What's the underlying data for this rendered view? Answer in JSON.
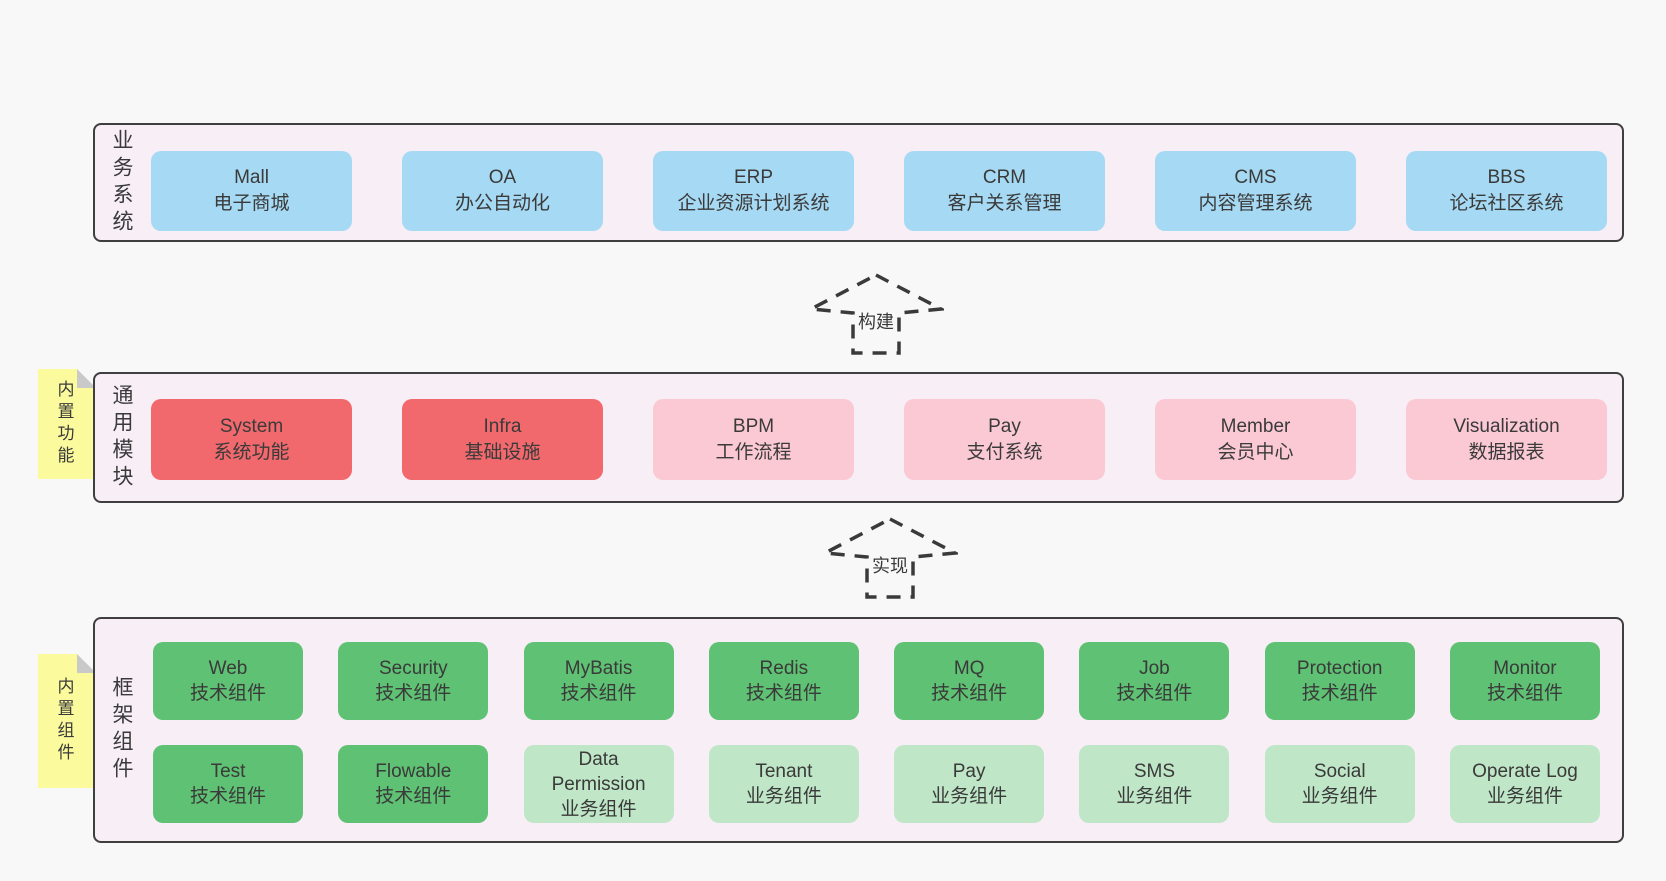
{
  "colors": {
    "page_bg": "#f8f8f8",
    "panel_bg": "#f8eef6",
    "panel_border": "#3f3f3f",
    "text": "#3a3a3a",
    "note_bg": "#fbfa9d",
    "note_fold": "#c9c9c9",
    "arrow_stroke": "#3a3a3a",
    "blue": "#a6d9f3",
    "red": "#f2696d",
    "pink": "#fbc9d4",
    "green": "#5ec173",
    "lightgreen": "#bfe6c7"
  },
  "arrows": [
    {
      "label": "构建"
    },
    {
      "label": "实现"
    }
  ],
  "layers": [
    {
      "id": "business",
      "label": "业务系统",
      "rows": [
        [
          {
            "title": "Mall",
            "subtitle": "电子商城",
            "color": "blue"
          },
          {
            "title": "OA",
            "subtitle": "办公自动化",
            "color": "blue"
          },
          {
            "title": "ERP",
            "subtitle": "企业资源计划系统",
            "color": "blue"
          },
          {
            "title": "CRM",
            "subtitle": "客户关系管理",
            "color": "blue"
          },
          {
            "title": "CMS",
            "subtitle": "内容管理系统",
            "color": "blue"
          },
          {
            "title": "BBS",
            "subtitle": "论坛社区系统",
            "color": "blue"
          }
        ]
      ]
    },
    {
      "id": "modules",
      "label": "通用模块",
      "note": "内置功能",
      "rows": [
        [
          {
            "title": "System",
            "subtitle": "系统功能",
            "color": "red"
          },
          {
            "title": "Infra",
            "subtitle": "基础设施",
            "color": "red"
          },
          {
            "title": "BPM",
            "subtitle": "工作流程",
            "color": "pink"
          },
          {
            "title": "Pay",
            "subtitle": "支付系统",
            "color": "pink"
          },
          {
            "title": "Member",
            "subtitle": "会员中心",
            "color": "pink"
          },
          {
            "title": "Visualization",
            "subtitle": "数据报表",
            "color": "pink"
          }
        ]
      ]
    },
    {
      "id": "components",
      "label": "框架组件",
      "note": "内置组件",
      "rows": [
        [
          {
            "title": "Web",
            "subtitle": "技术组件",
            "color": "green"
          },
          {
            "title": "Security",
            "subtitle": "技术组件",
            "color": "green"
          },
          {
            "title": "MyBatis",
            "subtitle": "技术组件",
            "color": "green"
          },
          {
            "title": "Redis",
            "subtitle": "技术组件",
            "color": "green"
          },
          {
            "title": "MQ",
            "subtitle": "技术组件",
            "color": "green"
          },
          {
            "title": "Job",
            "subtitle": "技术组件",
            "color": "green"
          },
          {
            "title": "Protection",
            "subtitle": "技术组件",
            "color": "green"
          },
          {
            "title": "Monitor",
            "subtitle": "技术组件",
            "color": "green"
          }
        ],
        [
          {
            "title": "Test",
            "subtitle": "技术组件",
            "color": "green"
          },
          {
            "title": "Flowable",
            "subtitle": "技术组件",
            "color": "green"
          },
          {
            "title": "Data Permission",
            "subtitle": "业务组件",
            "color": "lightgreen"
          },
          {
            "title": "Tenant",
            "subtitle": "业务组件",
            "color": "lightgreen"
          },
          {
            "title": "Pay",
            "subtitle": "业务组件",
            "color": "lightgreen"
          },
          {
            "title": "SMS",
            "subtitle": "业务组件",
            "color": "lightgreen"
          },
          {
            "title": "Social",
            "subtitle": "业务组件",
            "color": "lightgreen"
          },
          {
            "title": "Operate Log",
            "subtitle": "业务组件",
            "color": "lightgreen"
          }
        ]
      ]
    }
  ]
}
